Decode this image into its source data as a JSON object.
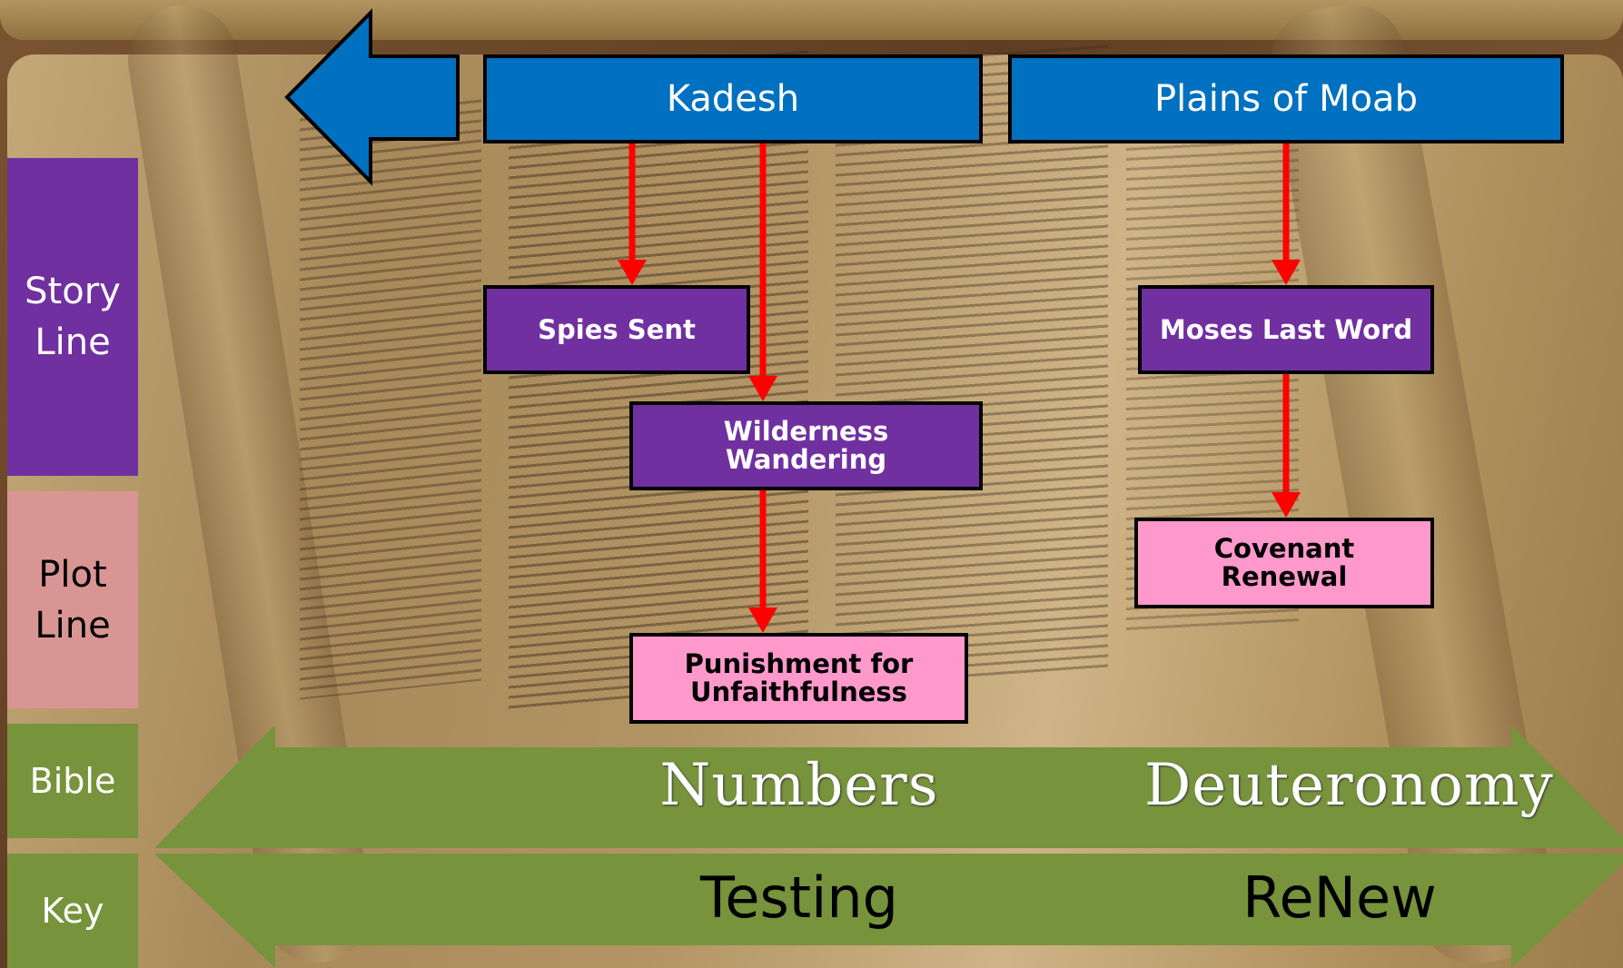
{
  "sidebar": {
    "story_line": "Story\nLine",
    "plot_line": "Plot\nLine",
    "bible": "Bible",
    "key": "Key"
  },
  "locations": {
    "kadesh": "Kadesh",
    "plains_of_moab": "Plains of Moab"
  },
  "story_events": {
    "spies_sent": "Spies Sent",
    "wilderness_wandering": "Wilderness\nWandering",
    "moses_last_word": "Moses Last Word"
  },
  "plot_events": {
    "punishment": "Punishment for\nUnfaithfulness",
    "covenant_renewal": "Covenant\nRenewal"
  },
  "books": {
    "numbers": "Numbers",
    "deuteronomy": "Deuteronomy"
  },
  "keys": {
    "testing": "Testing",
    "renew": "ReNew"
  },
  "colors": {
    "location_blue": "#0070c0",
    "story_purple": "#7030a0",
    "plot_pink": "#ff99cc",
    "sidebar_pink": "#d99594",
    "bar_green": "#77933c",
    "arrow_red": "#ff0000"
  }
}
